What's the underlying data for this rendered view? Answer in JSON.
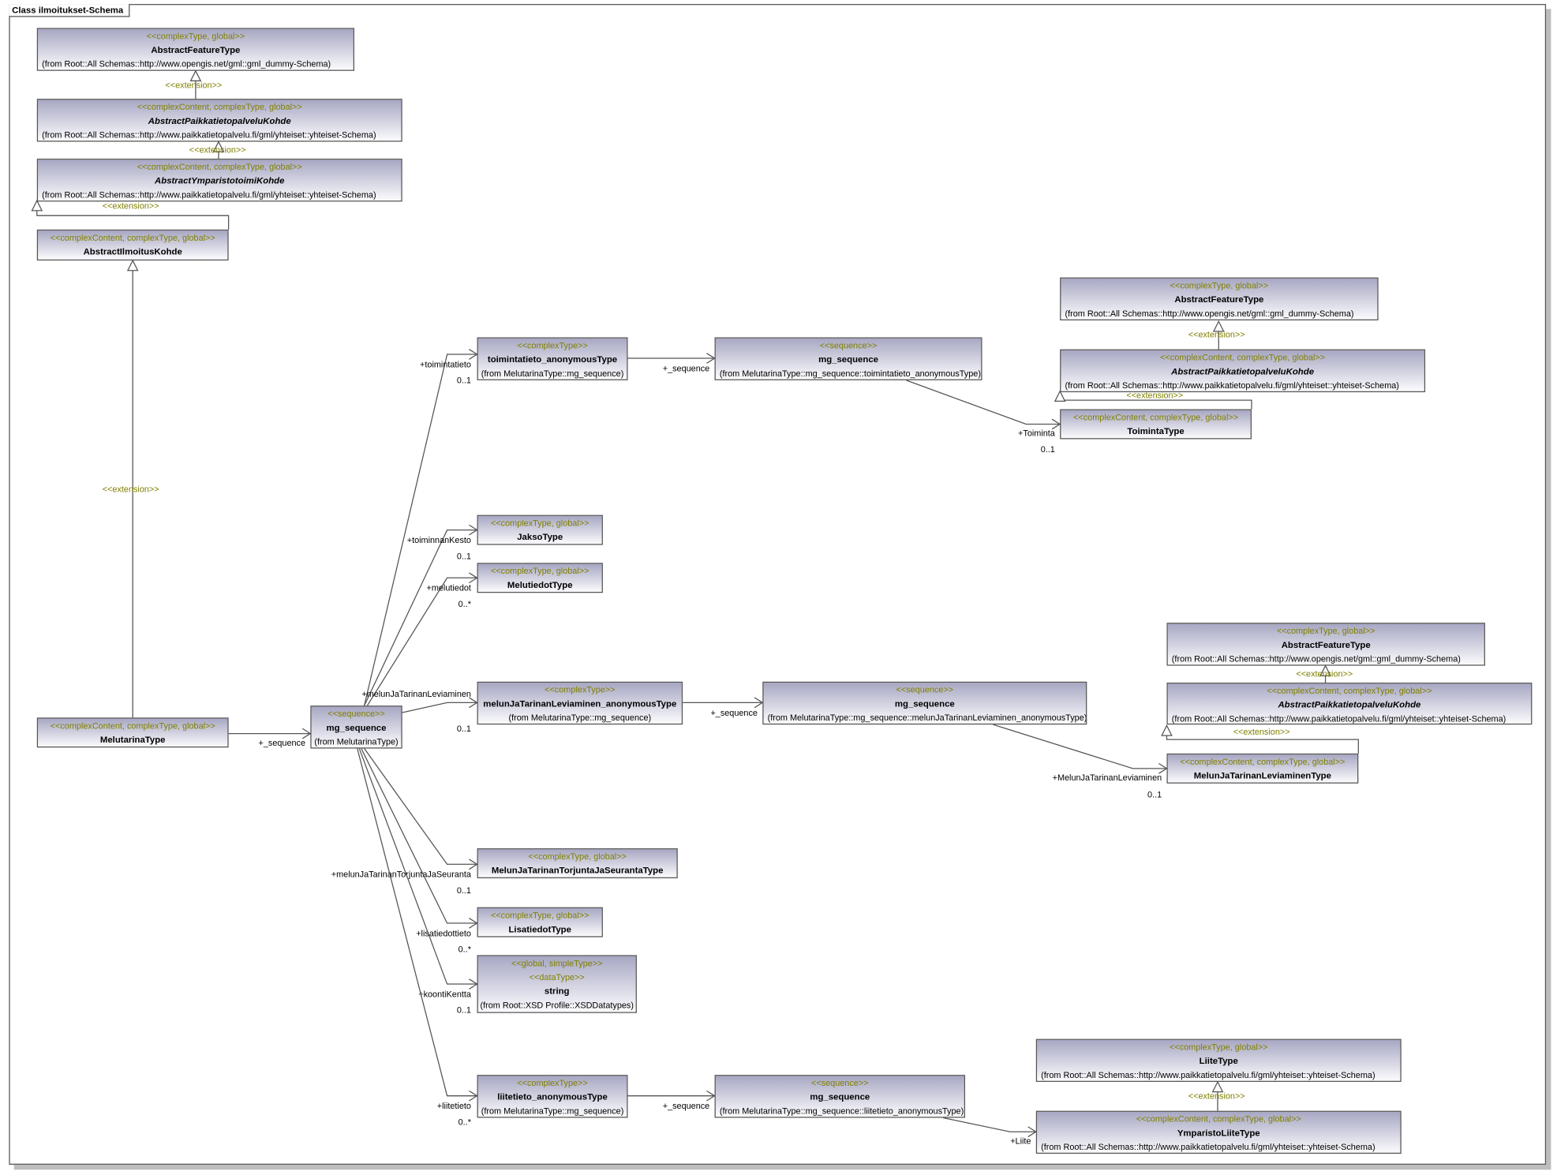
{
  "diagram": {
    "title": "Class ilmoitukset-Schema",
    "colors": {
      "stereotype": "#7f7f00",
      "border": "#555555",
      "box_top": "#a7a7c3",
      "box_bottom": "#fbfbfd"
    },
    "boxes": [
      {
        "id": "aft1",
        "stereotypes": [
          "<<complexType, global>>"
        ],
        "name": "AbstractFeatureType",
        "from": "(from Root::All Schemas::http://www.opengis.net/gml::gml_dummy-Schema)"
      },
      {
        "id": "apk1",
        "stereotypes": [
          "<<complexContent, complexType, global>>"
        ],
        "name": "AbstractPaikkatietopalveluKohde",
        "abstract": true,
        "from": "(from Root::All Schemas::http://www.paikkatietopalvelu.fi/gml/yhteiset::yhteiset-Schema)"
      },
      {
        "id": "ayk",
        "stereotypes": [
          "<<complexContent, complexType, global>>"
        ],
        "name": "AbstractYmparistotoimiKohde",
        "abstract": true,
        "from": "(from Root::All Schemas::http://www.paikkatietopalvelu.fi/gml/yhteiset::yhteiset-Schema)"
      },
      {
        "id": "aik",
        "stereotypes": [
          "<<complexContent, complexType, global>>"
        ],
        "name": "AbstractIlmoitusKohde"
      },
      {
        "id": "mtt",
        "stereotypes": [
          "<<complexContent, complexType, global>>"
        ],
        "name": "MelutarinaType"
      },
      {
        "id": "mgs",
        "stereotypes": [
          "<<sequence>>"
        ],
        "name": "mg_sequence",
        "from": "(from MelutarinaType)"
      },
      {
        "id": "toa",
        "stereotypes": [
          "<<complexType>>"
        ],
        "name": "toimintatieto_anonymousType",
        "from": "(from MelutarinaType::mg_sequence)"
      },
      {
        "id": "mgt",
        "stereotypes": [
          "<<sequence>>"
        ],
        "name": "mg_sequence",
        "from": "(from MelutarinaType::mg_sequence::toimintatieto_anonymousType)"
      },
      {
        "id": "aft2",
        "stereotypes": [
          "<<complexType, global>>"
        ],
        "name": "AbstractFeatureType",
        "from": "(from Root::All Schemas::http://www.opengis.net/gml::gml_dummy-Schema)"
      },
      {
        "id": "apk2",
        "stereotypes": [
          "<<complexContent, complexType, global>>"
        ],
        "name": "AbstractPaikkatietopalveluKohde",
        "abstract": true,
        "from": "(from Root::All Schemas::http://www.paikkatietopalvelu.fi/gml/yhteiset::yhteiset-Schema)"
      },
      {
        "id": "tt",
        "stereotypes": [
          "<<complexContent, complexType, global>>"
        ],
        "name": "ToimintaType"
      },
      {
        "id": "jt",
        "stereotypes": [
          "<<complexType, global>>"
        ],
        "name": "JaksoType"
      },
      {
        "id": "mdt",
        "stereotypes": [
          "<<complexType, global>>"
        ],
        "name": "MelutiedotType"
      },
      {
        "id": "mla",
        "stereotypes": [
          "<<complexType>>"
        ],
        "name": "melunJaTarinanLeviaminen_anonymousType",
        "from": "(from MelutarinaType::mg_sequence)"
      },
      {
        "id": "mgl",
        "stereotypes": [
          "<<sequence>>"
        ],
        "name": "mg_sequence",
        "from": "(from MelutarinaType::mg_sequence::melunJaTarinanLeviaminen_anonymousType)"
      },
      {
        "id": "aft3",
        "stereotypes": [
          "<<complexType, global>>"
        ],
        "name": "AbstractFeatureType",
        "from": "(from Root::All Schemas::http://www.opengis.net/gml::gml_dummy-Schema)"
      },
      {
        "id": "apk3",
        "stereotypes": [
          "<<complexContent, complexType, global>>"
        ],
        "name": "AbstractPaikkatietopalveluKohde",
        "abstract": true,
        "from": "(from Root::All Schemas::http://www.paikkatietopalvelu.fi/gml/yhteiset::yhteiset-Schema)"
      },
      {
        "id": "mlt",
        "stereotypes": [
          "<<complexContent, complexType, global>>"
        ],
        "name": "MelunJaTarinanLeviaminenType"
      },
      {
        "id": "mts",
        "stereotypes": [
          "<<complexType, global>>"
        ],
        "name": "MelunJaTarinanTorjuntaJaSeurantaType"
      },
      {
        "id": "lt",
        "stereotypes": [
          "<<complexType, global>>"
        ],
        "name": "LisatiedotType"
      },
      {
        "id": "str",
        "stereotypes": [
          "<<global, simpleType>>",
          "<<dataType>>"
        ],
        "name": "string",
        "from": "(from Root::XSD Profile::XSDDatatypes)"
      },
      {
        "id": "lia",
        "stereotypes": [
          "<<complexType>>"
        ],
        "name": "liitetieto_anonymousType",
        "from": "(from MelutarinaType::mg_sequence)"
      },
      {
        "id": "mgli",
        "stereotypes": [
          "<<sequence>>"
        ],
        "name": "mg_sequence",
        "from": "(from MelutarinaType::mg_sequence::liitetieto_anonymousType)"
      },
      {
        "id": "lit",
        "stereotypes": [
          "<<complexType, global>>"
        ],
        "name": "LiiteType",
        "from": "(from Root::All Schemas::http://www.paikkatietopalvelu.fi/gml/yhteiset::yhteiset-Schema)"
      },
      {
        "id": "ylt",
        "stereotypes": [
          "<<complexContent, complexType, global>>"
        ],
        "name": "YmparistoLiiteType",
        "from": "(from Root::All Schemas::http://www.paikkatietopalvelu.fi/gml/yhteiset::yhteiset-Schema)"
      }
    ],
    "extension_label": "<<extension>>",
    "roles": [
      {
        "id": "seq_main",
        "role": "+_sequence"
      },
      {
        "id": "toimintatieto",
        "role": "+toimintatieto",
        "mult": "0..1"
      },
      {
        "id": "toiminnanKesto",
        "role": "+toiminnanKesto",
        "mult": "0..1"
      },
      {
        "id": "melutiedot",
        "role": "+melutiedot",
        "mult": "0..*"
      },
      {
        "id": "leviaminen",
        "role": "+melunJaTarinanLeviaminen",
        "mult": "0..1"
      },
      {
        "id": "torjunta",
        "role": "+melunJaTarinanTorjuntaJaSeuranta",
        "mult": "0..1"
      },
      {
        "id": "lisatiedot",
        "role": "+lisatiedottieto",
        "mult": "0..*"
      },
      {
        "id": "koonti",
        "role": "+koontiKentta",
        "mult": "0..1"
      },
      {
        "id": "liitetieto",
        "role": "+liitetieto",
        "mult": "0..*"
      },
      {
        "id": "seq_toim",
        "role": "+_sequence"
      },
      {
        "id": "toiminta",
        "role": "+Toiminta",
        "mult": "0..1"
      },
      {
        "id": "seq_lev",
        "role": "+_sequence"
      },
      {
        "id": "lev_type",
        "role": "+MelunJaTarinanLeviaminen",
        "mult": "0..1"
      },
      {
        "id": "seq_liite",
        "role": "+_sequence"
      },
      {
        "id": "liite",
        "role": "+Liite"
      }
    ]
  }
}
